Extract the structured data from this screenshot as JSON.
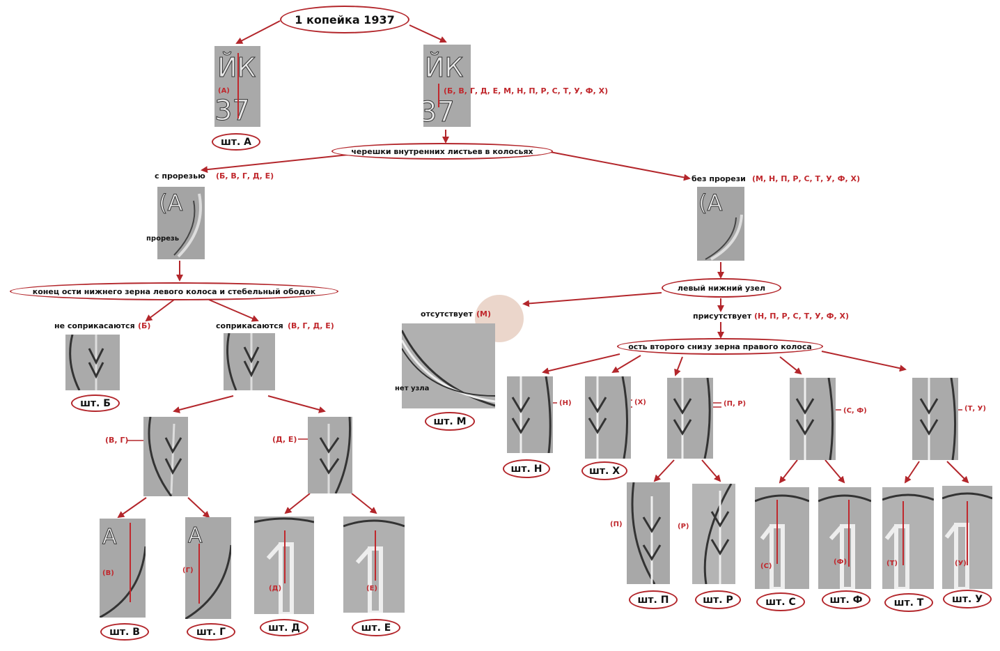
{
  "root": "1 копейка 1937",
  "colors": {
    "accent": "#b3262b",
    "text": "#111111",
    "photo": "#9a9a9a"
  },
  "level1": {
    "left_tag": "(А)",
    "right_tag": "(Б, В, Г, Д, Е, М, Н, П, Р, С, Т, У, Ф, Х)",
    "stamp_a": "шт. А"
  },
  "question1": "черешки внутренних листьев в колосьях",
  "branch_slot": {
    "label": "с прорезью",
    "tags": "(Б, В, Г, Д, Е)",
    "inner": "прорезь"
  },
  "branch_noslot": {
    "label": "без прорези",
    "tags": "(М, Н, П, Р, С, Т, У, Ф, Х)"
  },
  "question2": "конец ости нижнего зерна левого колоса и стебельный ободок",
  "q2_no": {
    "label": "не соприкасаются",
    "tags": "(Б)"
  },
  "q2_yes": {
    "label": "соприкасаются",
    "tags": "(В, Г, Д, Е)"
  },
  "stamp_b": "шт. Б",
  "sub_vg": "(В, Г)",
  "sub_de": "(Д, Е)",
  "left_stamps": [
    {
      "tag": "(В)",
      "label": "шт. В"
    },
    {
      "tag": "(Г)",
      "label": "шт. Г"
    },
    {
      "tag": "(Д)",
      "label": "шт. Д"
    },
    {
      "tag": "(Е)",
      "label": "шт. Е"
    }
  ],
  "question3": "левый нижний узел",
  "q3_absent": {
    "label": "отсутствует",
    "tag": "(М)",
    "inner": "нет узла",
    "stamp": "шт. М"
  },
  "q3_present": {
    "label": "присутствует",
    "tags": "(Н, П, Р, С, Т, У, Ф, Х)"
  },
  "question4": "ость второго снизу зерна правого колоса",
  "right_groups": [
    {
      "tag": "(Н)",
      "stamp": "шт. Н"
    },
    {
      "tag": "(Х)",
      "stamp": "шт. Х"
    },
    {
      "tag": "(П, Р)"
    },
    {
      "tag": "(С, Ф)"
    },
    {
      "tag": "(Т, У)"
    }
  ],
  "bottom_right": [
    {
      "tag": "(П)",
      "label": "шт. П"
    },
    {
      "tag": "(Р)",
      "label": "шт. Р"
    },
    {
      "tag": "(С)",
      "label": "шт. С"
    },
    {
      "tag": "(Ф)",
      "label": "шт. Ф"
    },
    {
      "tag": "(Т)",
      "label": "шт. Т"
    },
    {
      "tag": "(У)",
      "label": "шт. У"
    }
  ]
}
